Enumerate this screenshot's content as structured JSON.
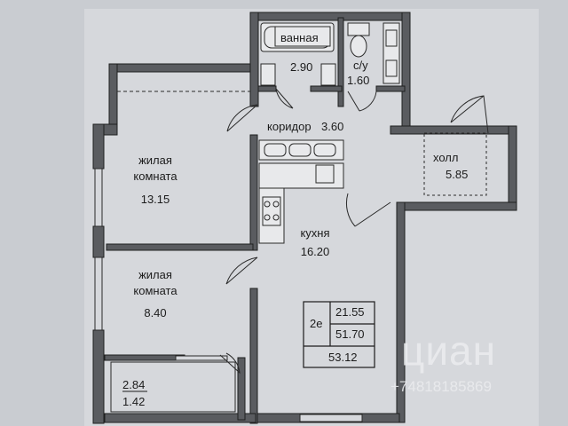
{
  "rooms": {
    "bathroom": {
      "name": "ванная",
      "area": "2.90"
    },
    "toilet": {
      "name": "с/у",
      "area": "1.60"
    },
    "corridor": {
      "name": "коридор",
      "area": "3.60"
    },
    "living1": {
      "name_line1": "жилая",
      "name_line2": "комната",
      "area": "13.15"
    },
    "kitchen": {
      "name": "кухня",
      "area": "16.20"
    },
    "living2": {
      "name_line1": "жилая",
      "name_line2": "комната",
      "area": "8.40"
    },
    "hall": {
      "name": "холл",
      "area": "5.85"
    },
    "balcony": {
      "area_full": "2.84",
      "area_reduced": "1.42"
    }
  },
  "summary": {
    "type": "2е",
    "living_area": "21.55",
    "total_area": "51.70",
    "total_with_balcony": "53.12"
  },
  "watermark": {
    "brand": "циан",
    "phone": "+74818185869"
  },
  "colors": {
    "paper": "#c9ccd1",
    "wall": "#5a5c60",
    "line": "#2a2a2a"
  }
}
